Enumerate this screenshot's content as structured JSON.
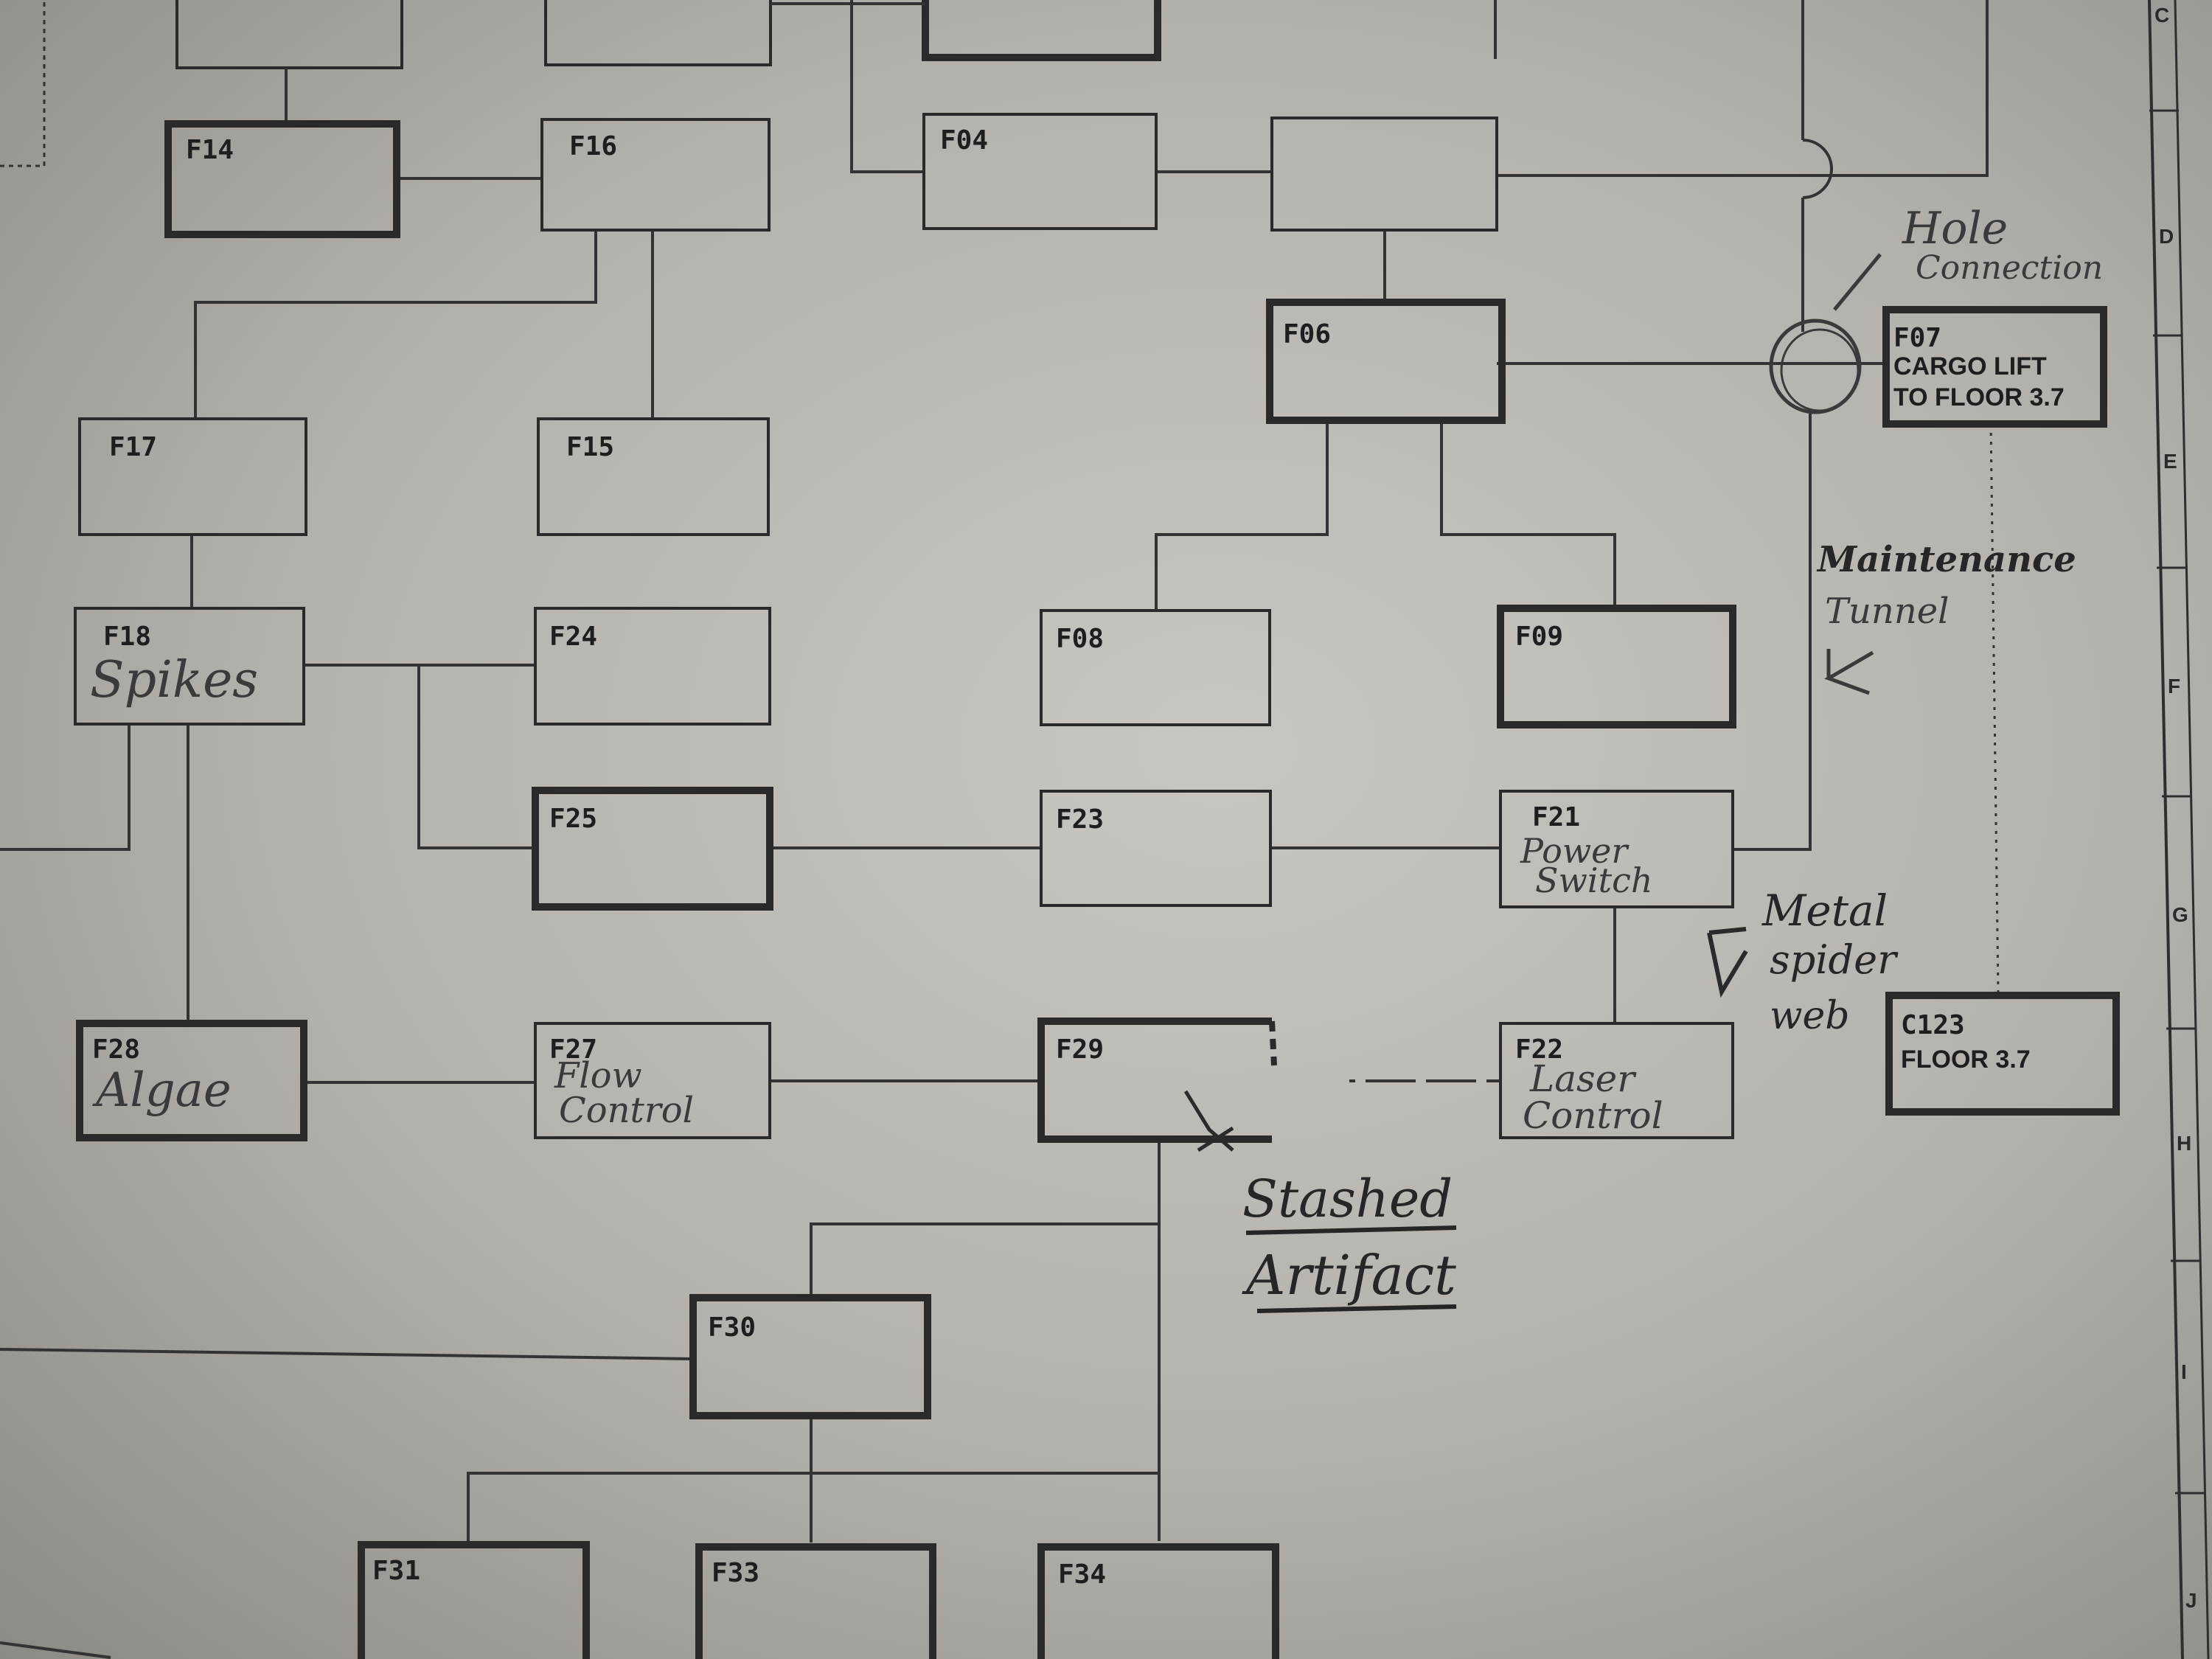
{
  "rooms": {
    "F14": {
      "id": "F14",
      "note": ""
    },
    "F16": {
      "id": "F16",
      "note": ""
    },
    "F04": {
      "id": "F04",
      "note": ""
    },
    "F06": {
      "id": "F06",
      "note": ""
    },
    "F07": {
      "id": "F07",
      "printed_line1": "CARGO LIFT",
      "printed_line2": "TO FLOOR 3.7"
    },
    "F17": {
      "id": "F17",
      "note": ""
    },
    "F15": {
      "id": "F15",
      "note": ""
    },
    "F18": {
      "id": "F18",
      "note": "Spikes"
    },
    "F24": {
      "id": "F24",
      "note": ""
    },
    "F08": {
      "id": "F08",
      "note": ""
    },
    "F09": {
      "id": "F09",
      "note": ""
    },
    "F25": {
      "id": "F25",
      "note": ""
    },
    "F23": {
      "id": "F23",
      "note": ""
    },
    "F21": {
      "id": "F21",
      "note_line1": "Power",
      "note_line2": "Switch"
    },
    "F28": {
      "id": "F28",
      "note": "Algae"
    },
    "F27": {
      "id": "F27",
      "note_line1": "Flow",
      "note_line2": "Control"
    },
    "F29": {
      "id": "F29",
      "note": ""
    },
    "F22": {
      "id": "F22",
      "note_line1": "Laser",
      "note_line2": "Control"
    },
    "C123": {
      "id": "C123",
      "printed_line1": "FLOOR 3.7"
    },
    "F30": {
      "id": "F30",
      "note": ""
    },
    "F31": {
      "id": "F31",
      "note": ""
    },
    "F33": {
      "id": "F33",
      "note": ""
    },
    "F34": {
      "id": "F34",
      "note": ""
    }
  },
  "annotations": {
    "hole_connection_line1": "Hole",
    "hole_connection_line2": "Connection",
    "maintenance_line1": "Maintenance",
    "maintenance_line2": "Tunnel",
    "metal_line1": "Metal",
    "metal_line2": "spider",
    "metal_line3": "web",
    "stashed_line1": "Stashed",
    "stashed_line2": "Artifact"
  },
  "grid_letters": [
    "C",
    "D",
    "E",
    "F",
    "G",
    "H",
    "I",
    "J"
  ]
}
